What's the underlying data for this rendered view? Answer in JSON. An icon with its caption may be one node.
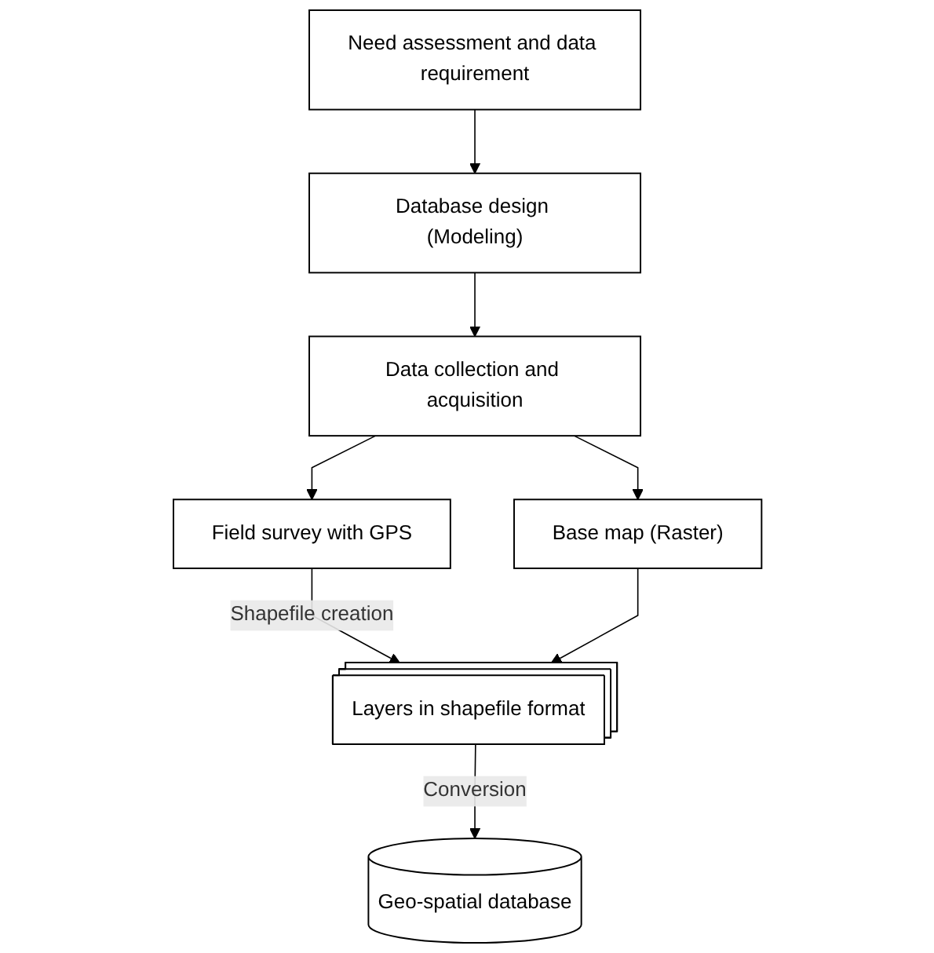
{
  "diagram": {
    "nodes": [
      {
        "text": [
          "Need assessment and data requirement"
        ]
      },
      {
        "text": [
          "Database design (Modeling)"
        ]
      },
      {
        "text": [
          "Data collection and acquisition"
        ]
      },
      {
        "text": [
          "Field survey with GPS"
        ]
      },
      {
        "text": [
          "Base map (Raster)"
        ]
      },
      {
        "text": [
          "Layers in shapefile format"
        ]
      },
      {
        "text": [
          "Geo-spatial database"
        ]
      }
    ],
    "edges": [
      {
        "from": 0,
        "to": 1,
        "arrow": "to"
      },
      {
        "from": 1,
        "to": 2,
        "arrow": "to"
      },
      {
        "from": 2,
        "to": 3,
        "arrow": "to"
      },
      {
        "from": 2,
        "to": 4,
        "arrow": "to"
      },
      {
        "from": 3,
        "to": 5,
        "arrow": "to",
        "label": "Shapefile creation"
      },
      {
        "from": 4,
        "to": 5,
        "arrow": "to"
      },
      {
        "from": 5,
        "to": 6,
        "arrow": "to",
        "label": "Conversion"
      }
    ]
  }
}
